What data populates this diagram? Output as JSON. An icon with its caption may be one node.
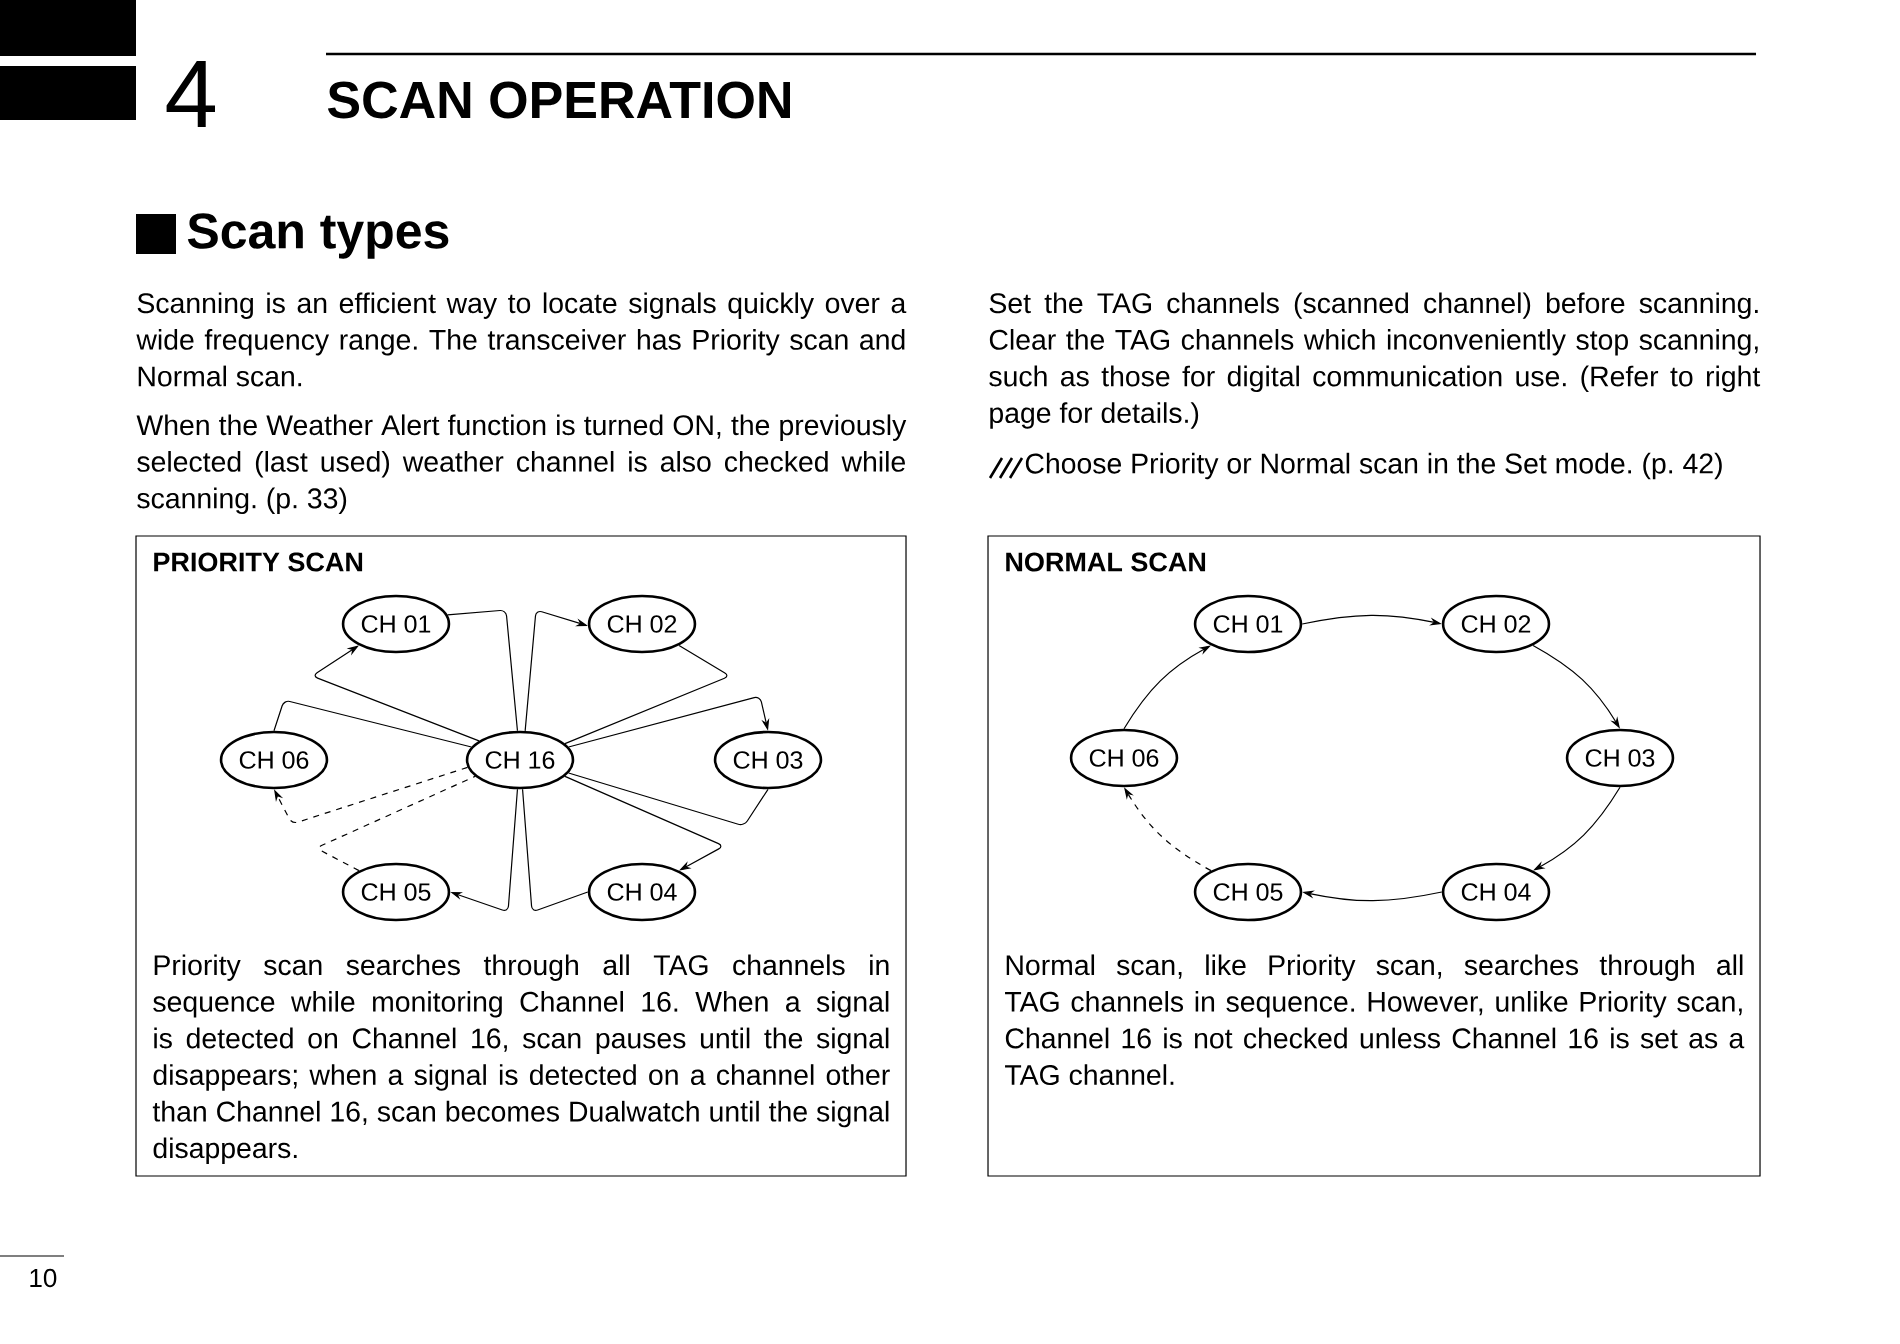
{
  "diagram": {
    "title": "SCAN OPERATION",
    "nodes": [
      {
        "text": [
          "PRIORITY SCAN",
          "Priority scan searches through all TAG channels in sequence while monitoring Channel 16. When a signal is detected on Channel 16, scan pauses until the signal disappears; when a signal is detected on a channel other than Channel 16, scan becomes Dualwatch until the signal disappears."
        ]
      },
      {
        "text": [
          "CH 01"
        ],
        "in": 0
      },
      {
        "text": [
          "CH 02"
        ],
        "in": 0
      },
      {
        "text": [
          "CH 06"
        ],
        "in": 0
      },
      {
        "text": [
          "CH 16"
        ],
        "in": 0
      },
      {
        "text": [
          "CH 03"
        ],
        "in": 0
      },
      {
        "text": [
          "CH 05"
        ],
        "in": 0
      },
      {
        "text": [
          "CH 04"
        ],
        "in": 0
      },
      {
        "text": [
          "NORMAL SCAN",
          "Normal scan, like Priority scan, searches through all TAG channels in sequence. However, unlike Priority scan, Channel 16 is not checked unless Channel 16 is set as a TAG channel."
        ]
      },
      {
        "text": [
          "CH 01"
        ],
        "in": 8
      },
      {
        "text": [
          "CH 02"
        ],
        "in": 8
      },
      {
        "text": [
          "CH 06"
        ],
        "in": 8
      },
      {
        "text": [
          "CH 03"
        ],
        "in": 8
      },
      {
        "text": [
          "CH 05"
        ],
        "in": 8
      },
      {
        "text": [
          "CH 04"
        ],
        "in": 8
      }
    ],
    "edges": [
      {
        "from": 1,
        "to": 4,
        "arrow": "none"
      },
      {
        "from": 4,
        "to": 2,
        "arrow": "to"
      },
      {
        "from": 2,
        "to": 4,
        "arrow": "none"
      },
      {
        "from": 4,
        "to": 5,
        "arrow": "to"
      },
      {
        "from": 5,
        "to": 4,
        "arrow": "none"
      },
      {
        "from": 4,
        "to": 7,
        "arrow": "to"
      },
      {
        "from": 7,
        "to": 4,
        "arrow": "none"
      },
      {
        "from": 4,
        "to": 6,
        "arrow": "to"
      },
      {
        "from": 6,
        "to": 4,
        "arrow": "none",
        "style": "dashed"
      },
      {
        "from": 4,
        "to": 3,
        "arrow": "to",
        "style": "dashed"
      },
      {
        "from": 3,
        "to": 4,
        "arrow": "none"
      },
      {
        "from": 4,
        "to": 1,
        "arrow": "to"
      },
      {
        "from": 9,
        "to": 10,
        "arrow": "to"
      },
      {
        "from": 10,
        "to": 12,
        "arrow": "to"
      },
      {
        "from": 12,
        "to": 14,
        "arrow": "to"
      },
      {
        "from": 14,
        "to": 13,
        "arrow": "to"
      },
      {
        "from": 13,
        "to": 11,
        "arrow": "to",
        "style": "dashed"
      },
      {
        "from": 11,
        "to": 9,
        "arrow": "to"
      }
    ],
    "labels": [
      "4",
      "Scan types",
      "Scanning is an efficient way to locate signals quickly over a wide frequency range. The transceiver has Priority scan and Normal scan.",
      "When the Weather Alert function is turned ON, the previously selected (last used) weather channel is also checked while scanning. (p. 33)",
      "Set the TAG channels (scanned channel) before scanning. Clear the TAG channels which inconveniently stop scanning, such as those for digital communication use. (Refer to right page for details.)",
      "Choose Priority or Normal scan in the Set mode. (p. 42)",
      "10"
    ]
  }
}
